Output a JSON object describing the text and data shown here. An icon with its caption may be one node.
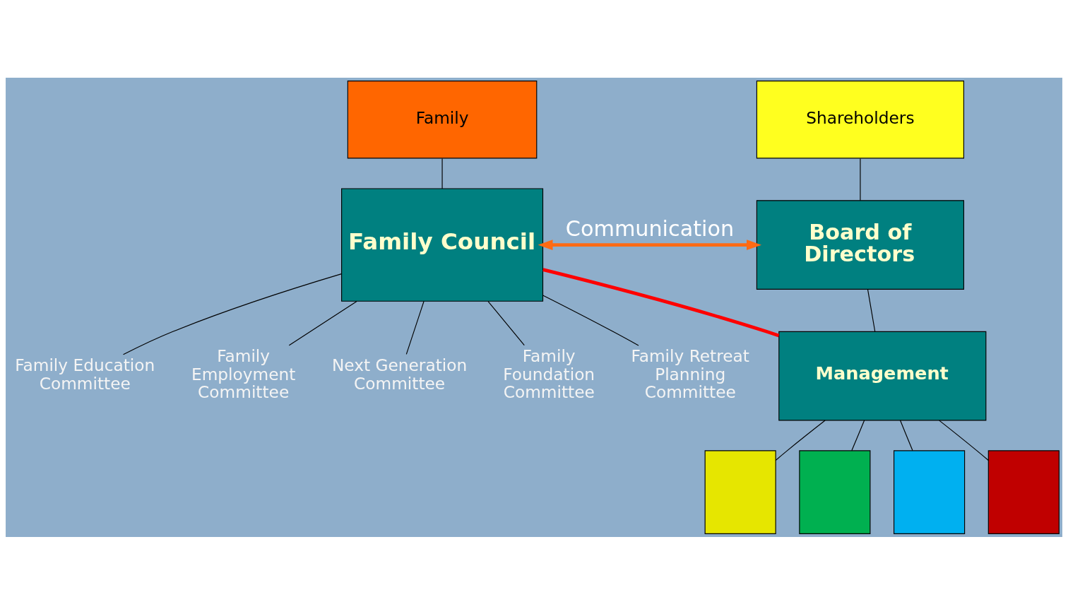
{
  "diagram": {
    "nodes": [
      {
        "text": [
          "Family"
        ]
      },
      {
        "text": [
          "Family Council"
        ]
      },
      {
        "text": [
          "Family Education Committee"
        ]
      },
      {
        "text": [
          "Family Employment Committee"
        ]
      },
      {
        "text": [
          "Next Generation Committee"
        ]
      },
      {
        "text": [
          "Family Foundation Committee"
        ]
      },
      {
        "text": [
          "Family Retreat Planning Committee"
        ]
      },
      {
        "text": [
          "Shareholders"
        ]
      },
      {
        "text": [
          "Board of Directors"
        ]
      },
      {
        "text": [
          "Management"
        ]
      },
      {
        "text": [],
        "shape": "box"
      },
      {
        "text": [],
        "shape": "box"
      },
      {
        "text": [],
        "shape": "box"
      },
      {
        "text": [],
        "shape": "box"
      }
    ],
    "edges": [
      {
        "from": 0,
        "to": 1,
        "arrow": "none"
      },
      {
        "from": 1,
        "to": 2,
        "arrow": "none"
      },
      {
        "from": 1,
        "to": 3,
        "arrow": "none"
      },
      {
        "from": 1,
        "to": 4,
        "arrow": "none"
      },
      {
        "from": 1,
        "to": 5,
        "arrow": "none"
      },
      {
        "from": 1,
        "to": 6,
        "arrow": "none"
      },
      {
        "from": 1,
        "to": 8,
        "arrow": "both",
        "label": "Communication",
        "style": "thick",
        "color": "#ff6a13"
      },
      {
        "from": 1,
        "to": 9,
        "arrow": "none",
        "style": "thick",
        "color": "#ff0000"
      },
      {
        "from": 7,
        "to": 8,
        "arrow": "none"
      },
      {
        "from": 8,
        "to": 9,
        "arrow": "none"
      },
      {
        "from": 9,
        "to": 10,
        "arrow": "none"
      },
      {
        "from": 9,
        "to": 11,
        "arrow": "none"
      },
      {
        "from": 9,
        "to": 12,
        "arrow": "none"
      },
      {
        "from": 9,
        "to": 13,
        "arrow": "none"
      }
    ]
  }
}
